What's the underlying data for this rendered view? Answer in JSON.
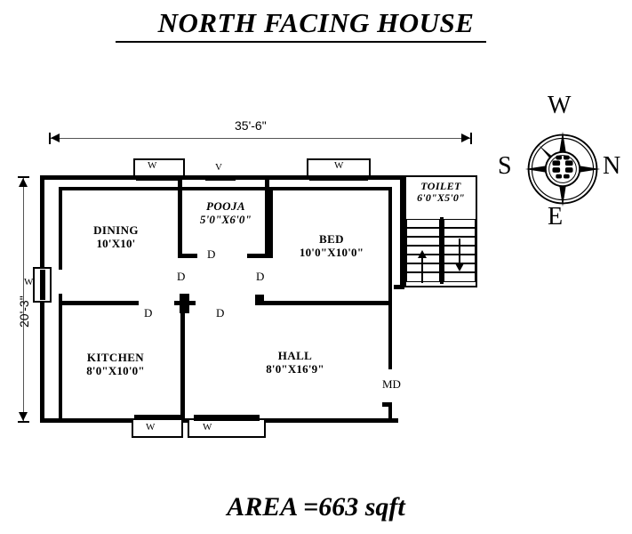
{
  "title": "NORTH FACING HOUSE",
  "area_label": "AREA =663 sqft",
  "dimensions": {
    "width_label": "35'-6\"",
    "height_label": "20'-3\""
  },
  "compass": {
    "top": "W",
    "left": "S",
    "right": "N",
    "bottom": "E"
  },
  "rooms": [
    {
      "name": "DINING",
      "dim": "10'X10'"
    },
    {
      "name": "POOJA",
      "dim": "5'0\"X6'0\""
    },
    {
      "name": "BED",
      "dim": "10'0\"X10'0\""
    },
    {
      "name": "TOILET",
      "dim": "6'0\"X5'0\""
    },
    {
      "name": "KITCHEN",
      "dim": "8'0\"X10'0\""
    },
    {
      "name": "HALL",
      "dim": "8'0\"X16'9\""
    }
  ],
  "markers": {
    "door": "D",
    "main_door": "MD",
    "window": "W",
    "ventilator": "V"
  },
  "colors": {
    "wall": "#000000",
    "background": "#ffffff",
    "dimension_line": "#555555"
  }
}
